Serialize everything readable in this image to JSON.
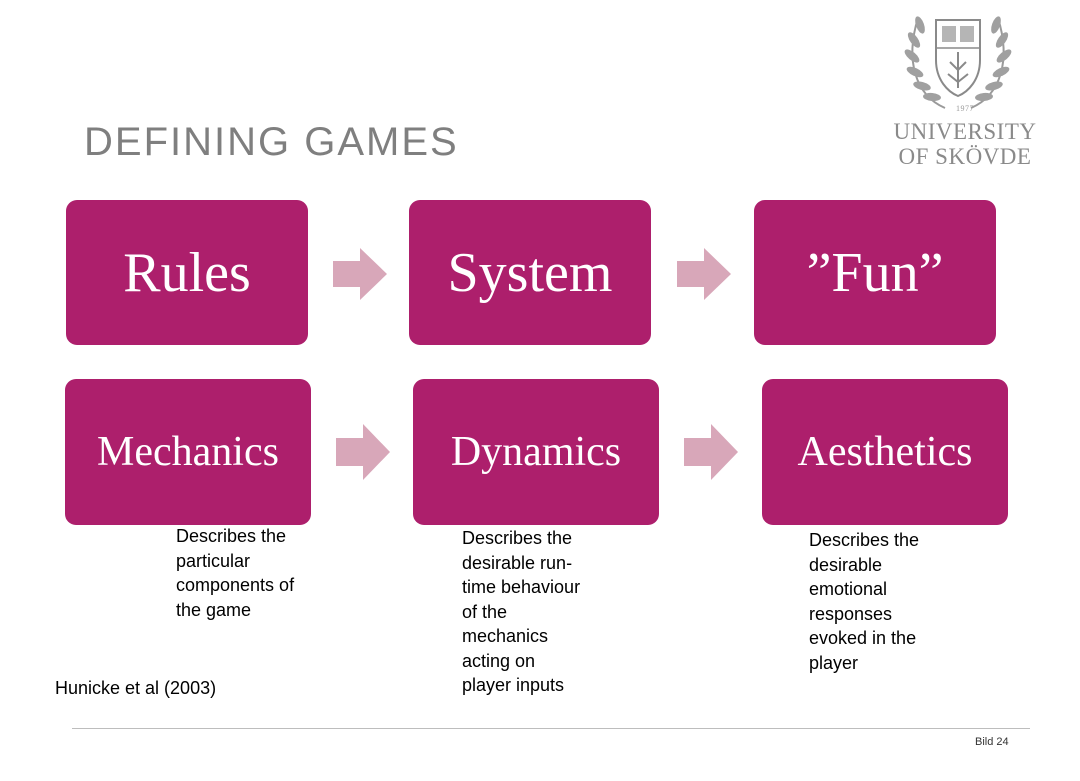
{
  "slide": {
    "title": "DEFINING GAMES",
    "logo": {
      "year": "1977",
      "line1": "UNIVERSITY",
      "line2": "OF SKÖVDE"
    },
    "row1": [
      "Rules",
      "System",
      "”Fun”"
    ],
    "row2": [
      "Mechanics",
      "Dynamics",
      "Aesthetics"
    ],
    "descriptions": {
      "mechanics": [
        "Describes the",
        "particular",
        "components of",
        "the game"
      ],
      "dynamics": [
        "Describes the",
        "desirable run-",
        "time behaviour",
        "of the",
        "mechanics",
        "acting on",
        "player inputs"
      ],
      "aesthetics": [
        "Describes the",
        "desirable",
        "emotional",
        "responses",
        "evoked in the",
        "player"
      ]
    },
    "citation": "Hunicke et al (2003)",
    "page_label": "Bild 24"
  },
  "colors": {
    "box": "#ad1f6c",
    "arrow": "#d8a7b9",
    "title": "#7f7f7f",
    "logo": "#8a8a8a"
  },
  "icons": [
    "laurel-wreath-crest-icon",
    "right-arrow-icon"
  ]
}
